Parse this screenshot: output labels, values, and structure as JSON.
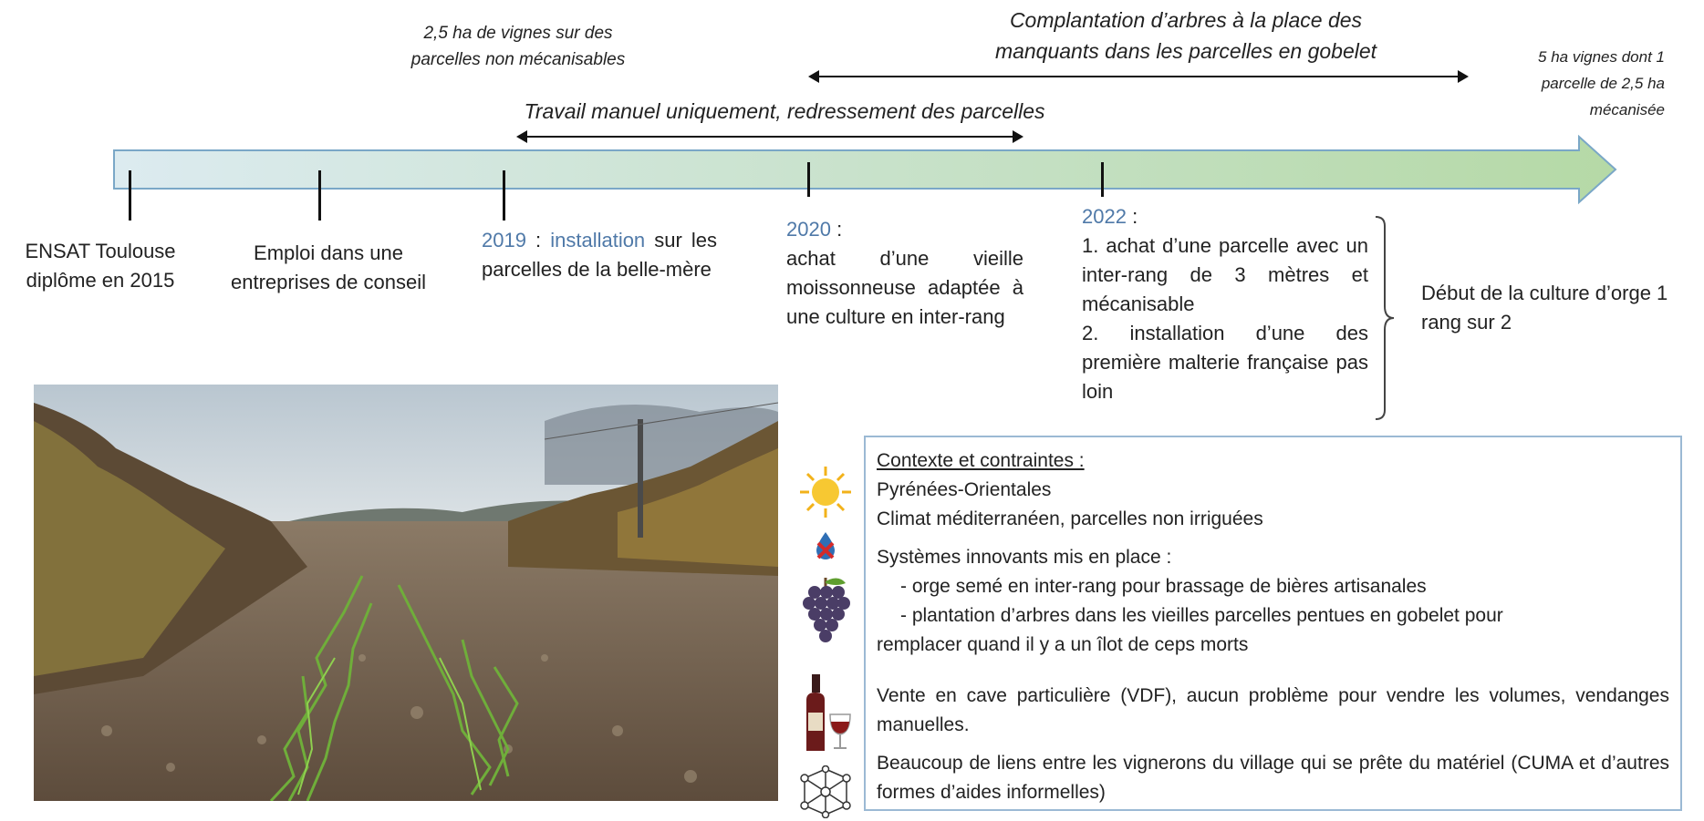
{
  "top_labels": {
    "vines": "2,5 ha de vignes sur des parcelles non mécanisables",
    "complantation_line1": "Complantation d’arbres à la place des",
    "complantation_line2": "manquants dans les parcelles en gobelet",
    "travail": "Travail manuel uniquement, redressement des parcelles",
    "end_line1": "5 ha vignes dont 1",
    "end_line2": "parcelle de 2,5 ha",
    "end_line3": "mécanisée"
  },
  "events": {
    "ensat": "ENSAT Toulouse diplôme en 2015",
    "emploi": "Emploi dans une entreprises de conseil",
    "y2019": {
      "year": "2019",
      "after_year": " : ",
      "keyword": "installation",
      "rest": " sur les parcelles de la belle-mère"
    },
    "y2020": {
      "year": "2020",
      "colon": " :",
      "text": "achat d’une vieille moissonneuse adaptée à une culture en inter-rang"
    },
    "y2022": {
      "year": "2022",
      "colon": " :",
      "item1": "1. achat d’une parcelle avec un inter-rang de 3 mètres et mécanisable",
      "item2": "2. installation d’une des première malterie française pas loin"
    },
    "orge": "Début de la culture d’orge 1 rang sur 2"
  },
  "context": {
    "heading": "Contexte et contraintes :",
    "region": "Pyrénées-Orientales",
    "climate": "Climat méditerranéen, parcelles non irriguées",
    "systems_title": "Systèmes innovants mis en place :",
    "system1": "- orge semé en inter-rang pour brassage de bières artisanales",
    "system2_a": "- plantation d’arbres dans les vieilles parcelles pentues en gobelet pour",
    "system2_b": "remplacer quand il y a un îlot de ceps morts",
    "sales": "Vente en cave particulière (VDF), aucun problème pour vendre les volumes, vendanges manuelles.",
    "network": "Beaucoup de liens entre les vignerons du village qui se prête du matériel (CUMA et d’autres formes d’aides informelles)"
  },
  "icons": [
    "sun-icon",
    "no-water-icon",
    "grapes-icon",
    "wine-icon",
    "network-icon"
  ],
  "colors": {
    "timeline_fill_start": "#dcebf0",
    "timeline_fill_end": "#b5d9a6",
    "timeline_stroke": "#7aa7c7",
    "year_blue": "#4f79a8",
    "box_border": "#9bb9d4"
  }
}
